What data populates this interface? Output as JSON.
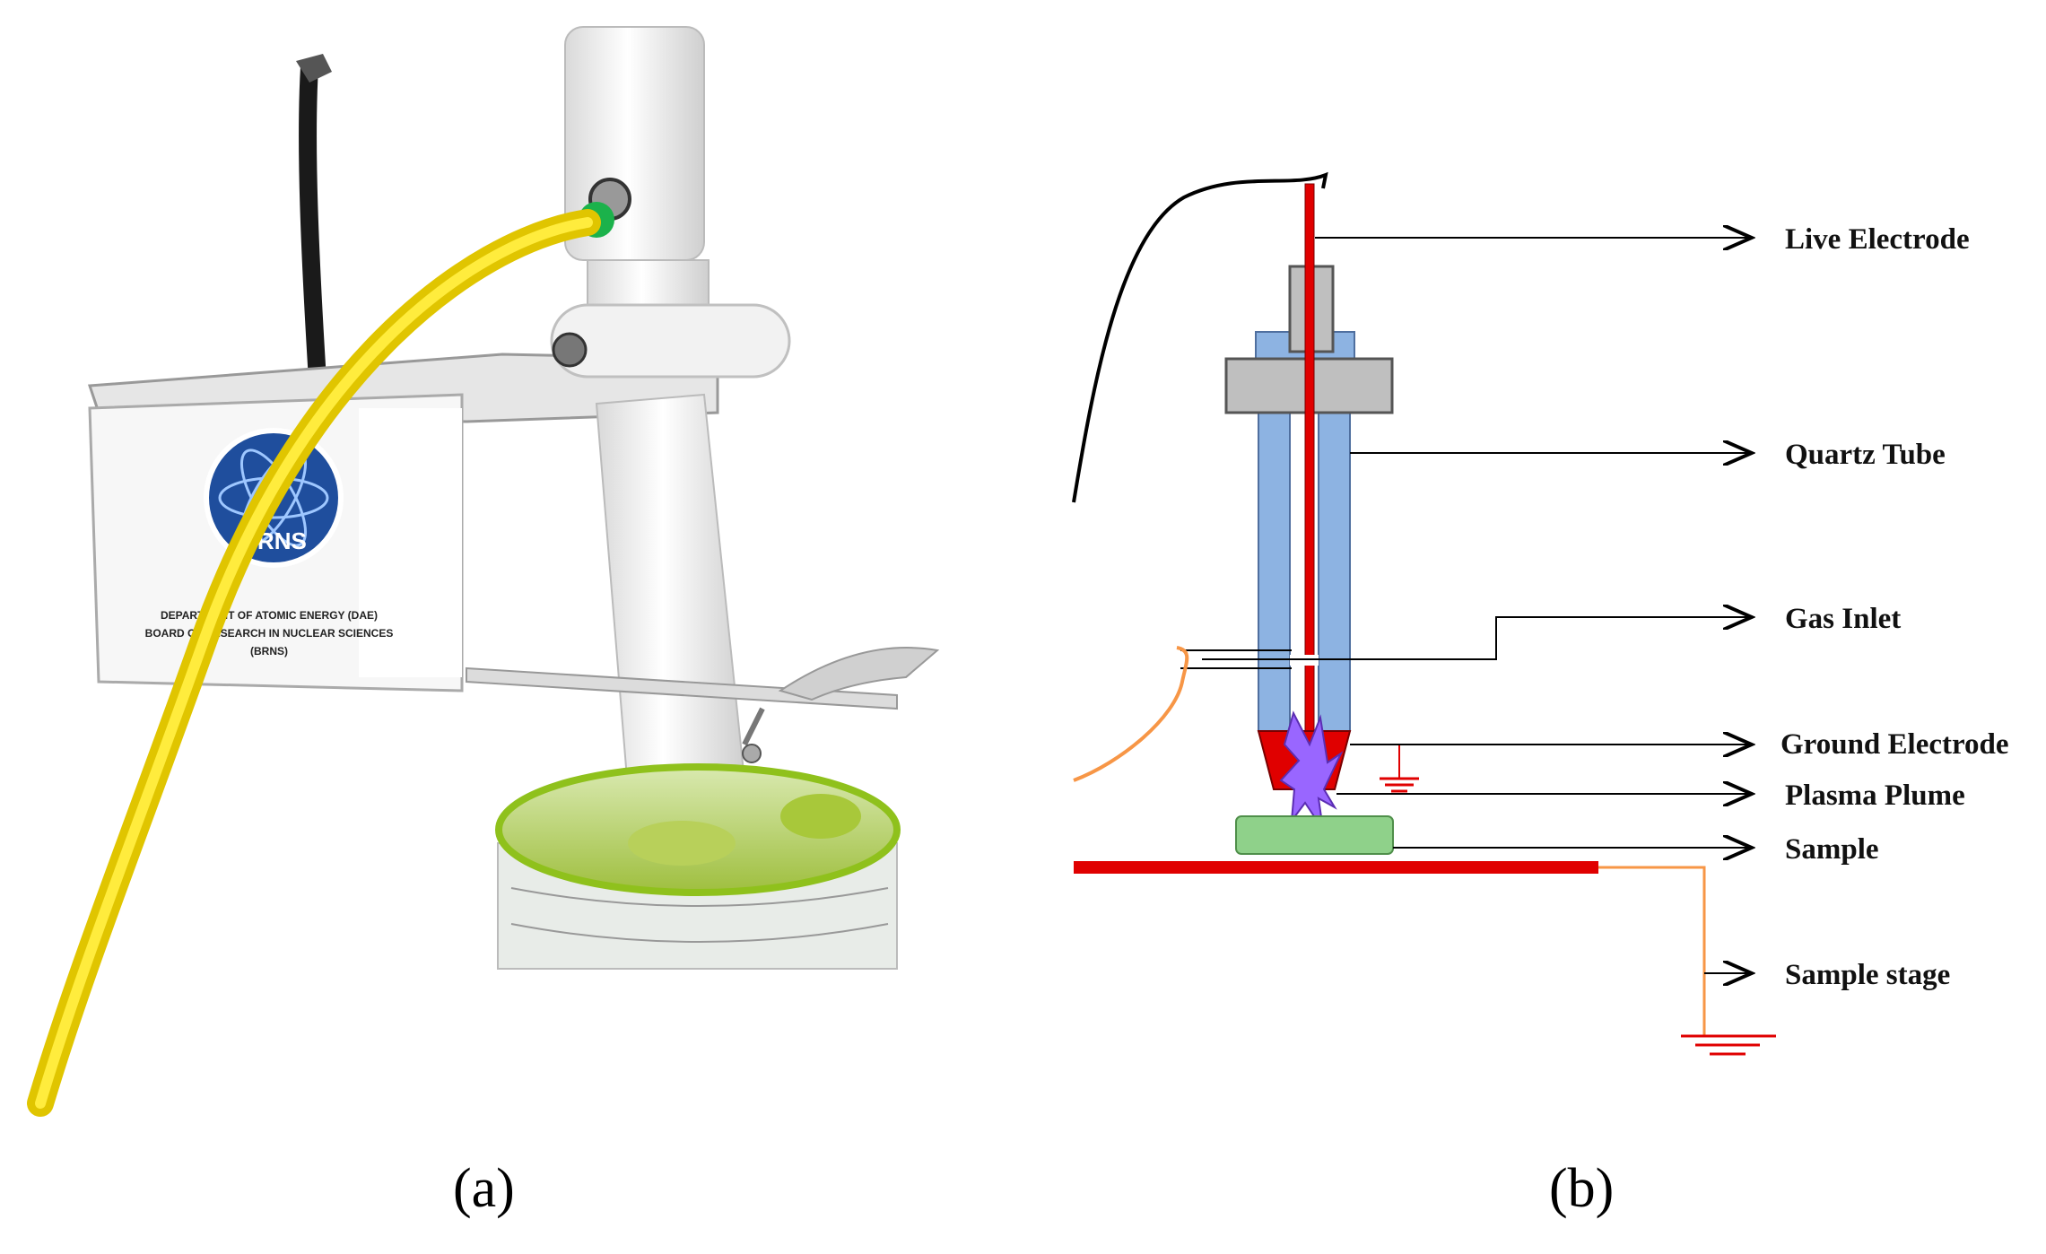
{
  "panels": {
    "a": {
      "label": "(a)"
    },
    "b": {
      "label": "(b)"
    }
  },
  "photo": {
    "badge_logo_text": "BRNS",
    "badge_lines": [
      "DEPARTMENT OF ATOMIC ENERGY (DAE)",
      "BOARD OF RESEARCH IN NUCLEAR SCIENCES",
      "(BRNS)"
    ]
  },
  "diagram": {
    "labels": {
      "live_electrode": "Live Electrode",
      "quartz_tube": "Quartz Tube",
      "gas_inlet": "Gas Inlet",
      "ground_electrode": "Ground Electrode",
      "plasma_plume": "Plasma Plume",
      "sample": "Sample",
      "sample_stage": "Sample stage"
    },
    "colors": {
      "quartz_tube": "#8db3e2",
      "electrode_holder": "#bfbfbf",
      "live_electrode": "#e00000",
      "plasma": "#9966ff",
      "sample": "#8fd18a",
      "sample_stage": "#e00000",
      "ground_wire": "#f79646"
    }
  }
}
